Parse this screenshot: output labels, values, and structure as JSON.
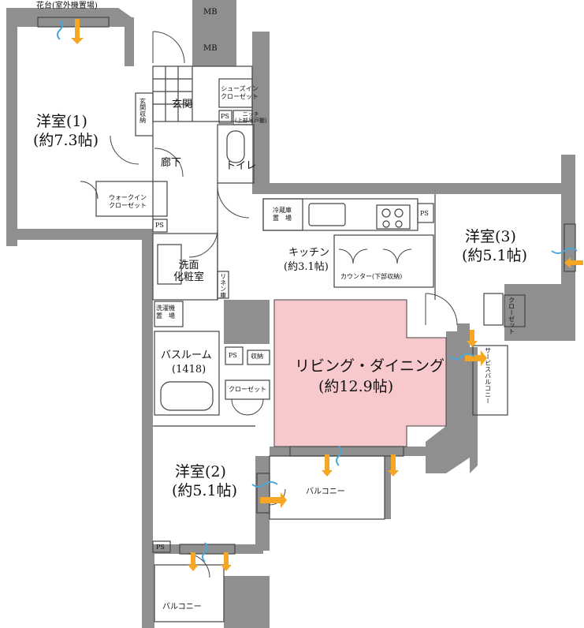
{
  "colors": {
    "wall": "#8f8f8f",
    "wall_dark": "#7d7d7d",
    "line": "#444444",
    "living_fill": "#f7c9cc",
    "arrow_orange": "#f5a623",
    "arrow_blue": "#4aa8d8"
  },
  "labels": {
    "hanadai": "花台(室外機置場)",
    "mb1": "MB",
    "mb2": "MB",
    "shoes_closet": [
      "シューズイン",
      "クローゼット"
    ],
    "entrance": "玄関",
    "entrance_storage": "玄関収納",
    "ps_niche": "PS",
    "niche": [
      "ニッチ",
      "(上部吊戸棚)"
    ],
    "western1_name": "洋室(1)",
    "western1_size": "(約7.3帖)",
    "corridor": "廊下",
    "toilet": "トイレ",
    "walkin": [
      "ウォークイン",
      "クローゼット"
    ],
    "ps_walkin": "PS",
    "fridge": [
      "冷蔵庫",
      "置　場"
    ],
    "ps_kitchen": "PS",
    "kitchen_name": "キッチン",
    "kitchen_size": "(約3.1帖)",
    "counter": "カウンター(下部収納)",
    "western3_name": "洋室(3)",
    "western3_size": "(約5.1帖)",
    "closet3": "クローゼット",
    "washroom": [
      "洗面",
      "化粧室"
    ],
    "linen": "リネン庫",
    "washer": [
      "洗濯機",
      "置　場"
    ],
    "bathroom_name": "バスルーム",
    "bathroom_size": "(1418)",
    "ps_bath": "PS",
    "storage": "収納",
    "closet2": "クローゼット",
    "living_name": "リビング・ダイニング",
    "living_size": "(約12.9帖)",
    "service_balcony": "サービスバルコニー",
    "western2_name": "洋室(2)",
    "western2_size": "(約5.1帖)",
    "balcony_main": "バルコニー",
    "ps_bottom": "PS",
    "balcony_bottom": "バルコニー"
  }
}
